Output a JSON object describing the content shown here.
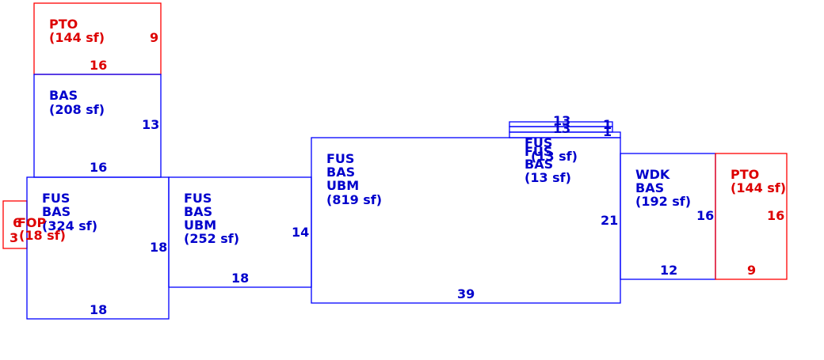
{
  "colors": {
    "primary": "#0000cc",
    "secondary": "#dd0000",
    "background": "#ffffff"
  },
  "areas": {
    "pto_top": {
      "lines": [
        "PTO",
        "(144 sf)"
      ],
      "dim_right": "9",
      "dim_bottom": "16"
    },
    "bas_top": {
      "lines": [
        "BAS",
        "(208 sf)"
      ],
      "dim_right": "13",
      "dim_bottom": "16"
    },
    "fus_left": {
      "lines": [
        "FUS",
        "BAS",
        "(324 sf)"
      ],
      "dim_right": "18",
      "dim_bottom": "18"
    },
    "fop": {
      "lines": [
        "FOP",
        "(18 sf)"
      ],
      "dim_top": "6",
      "dim_left": "3"
    },
    "fus_mid": {
      "lines": [
        "FUS",
        "BAS",
        "UBM",
        "(252 sf)"
      ],
      "dim_right": "14",
      "dim_bottom": "18"
    },
    "fus_main": {
      "lines": [
        "FUS",
        "BAS",
        "UBM",
        "(819 sf)"
      ],
      "dim_right": "21",
      "dim_bottom": "39"
    },
    "fus_small": {
      "lines": [
        "FUS",
        "BAS",
        "(13 sf)"
      ],
      "dim_top_a": "13",
      "dim_top_b": "13",
      "dim_right_a": "1",
      "dim_right_b": "1"
    },
    "fus_small_overlap": {
      "lines": [
        "FUS",
        "(13 sf)"
      ]
    },
    "wdk": {
      "lines": [
        "WDK",
        "BAS",
        "(192 sf)"
      ],
      "dim_right": "16",
      "dim_bottom": "12"
    },
    "pto_right": {
      "lines": [
        "PTO",
        "(144 sf)"
      ],
      "dim_right": "16",
      "dim_bottom": "9"
    }
  }
}
